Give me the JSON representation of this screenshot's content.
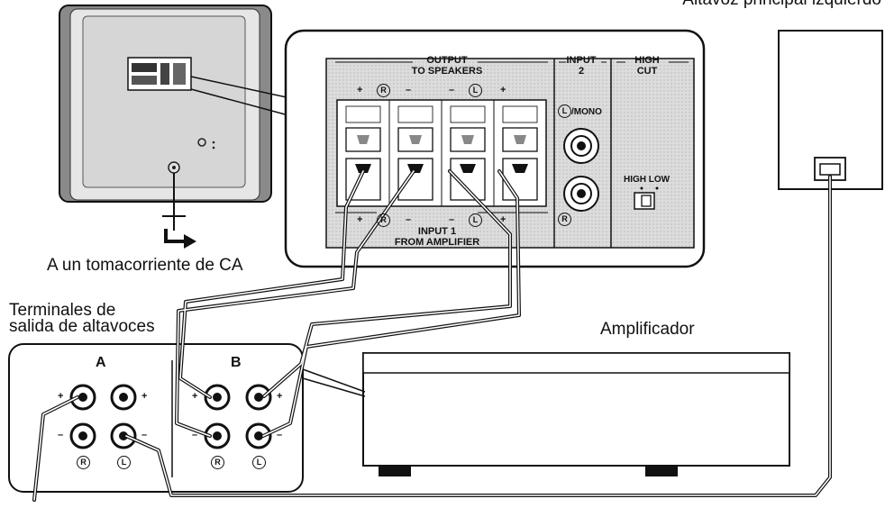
{
  "labels": {
    "main_speaker": "Altavoz principal izquierdo",
    "ac_outlet": "A un tomacorriente de CA",
    "speaker_terminals_line1": "Terminales de",
    "speaker_terminals_line2": "salida de altavoces",
    "amplifier": "Amplificador"
  },
  "panel": {
    "output_line1": "OUTPUT",
    "output_line2": "TO SPEAKERS",
    "input2_line1": "INPUT",
    "input2_line2": "2",
    "highcut_line1": "HIGH",
    "highcut_line2": "CUT",
    "mono": "/MONO",
    "high_low": "HIGH LOW",
    "input1_line1": "INPUT 1",
    "input1_line2": "FROM AMPLIFIER",
    "plus": "+",
    "minus": "–",
    "right": "R",
    "left": "L"
  },
  "terminals": {
    "group_a": "A",
    "group_b": "B",
    "plus": "+",
    "minus": "–",
    "right": "R",
    "left": "L"
  }
}
